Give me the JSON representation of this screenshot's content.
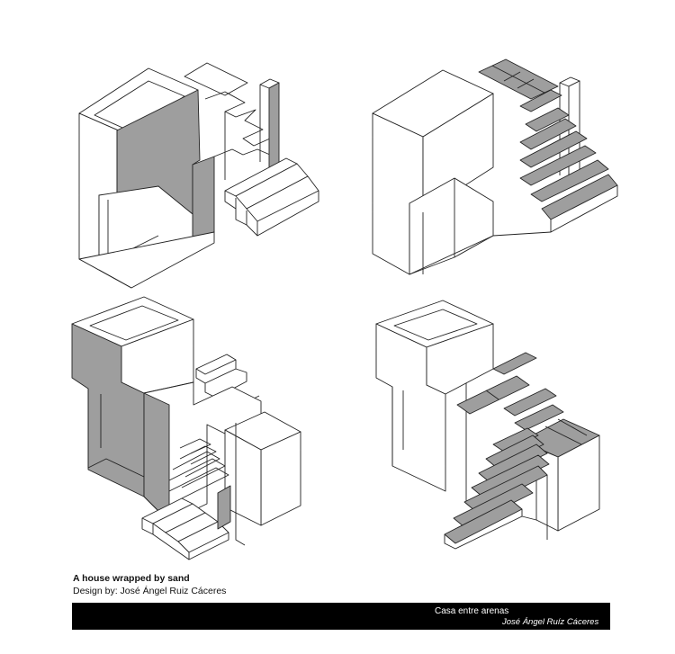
{
  "caption": {
    "title": "A house wrapped by sand",
    "credit": "Design by:  José Ángel Ruiz Cáceres"
  },
  "banner": {
    "project": "Casa entre arenas",
    "author": "José Ángel Ruíz Cáceres"
  },
  "colors": {
    "background": "#ffffff",
    "line": "#222222",
    "shade": "#9e9e9e",
    "banner": "#000000"
  }
}
